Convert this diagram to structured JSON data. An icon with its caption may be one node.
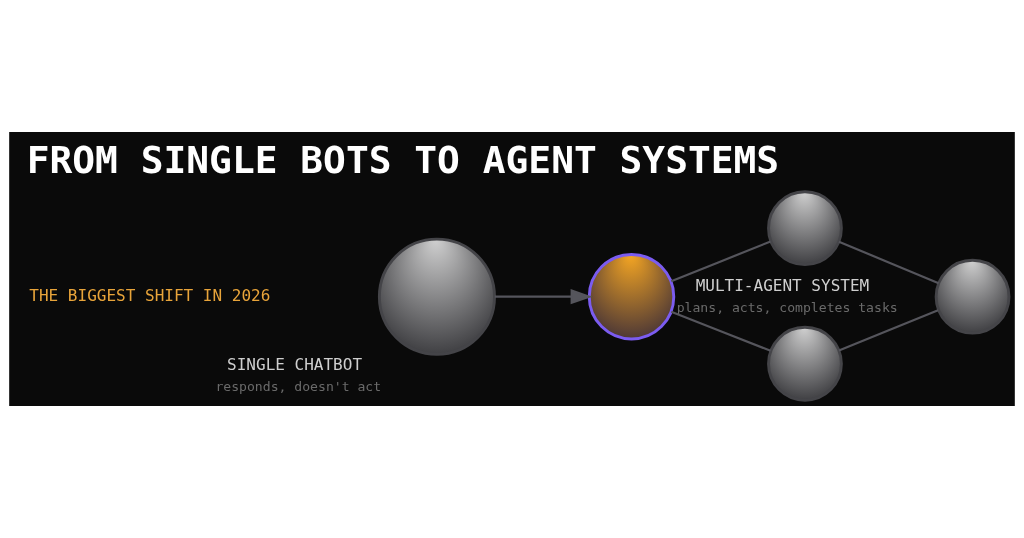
{
  "diagram": {
    "title": "FROM SINGLE BOTS TO AGENT SYSTEMS",
    "nodes": [
      {
        "text": [],
        "shape": "circle",
        "beside": [
          "SINGLE CHATBOT",
          "responds, doesn't act"
        ]
      },
      {
        "text": [],
        "shape": "circle",
        "beside": [
          "MULTI-AGENT SYSTEM",
          "plans, acts, completes tasks"
        ]
      },
      {
        "text": [],
        "shape": "circle"
      },
      {
        "text": [],
        "shape": "circle"
      },
      {
        "text": [],
        "shape": "circle"
      }
    ],
    "edges": [
      {
        "from": 0,
        "to": 1,
        "arrow": "to"
      },
      {
        "from": 1,
        "to": 2,
        "arrow": "none"
      },
      {
        "from": 2,
        "to": 4,
        "arrow": "none"
      },
      {
        "from": 1,
        "to": 3,
        "arrow": "none"
      },
      {
        "from": 3,
        "to": 4,
        "arrow": "none"
      }
    ],
    "labels": [
      "THE BIGGEST SHIFT IN 2026"
    ]
  }
}
